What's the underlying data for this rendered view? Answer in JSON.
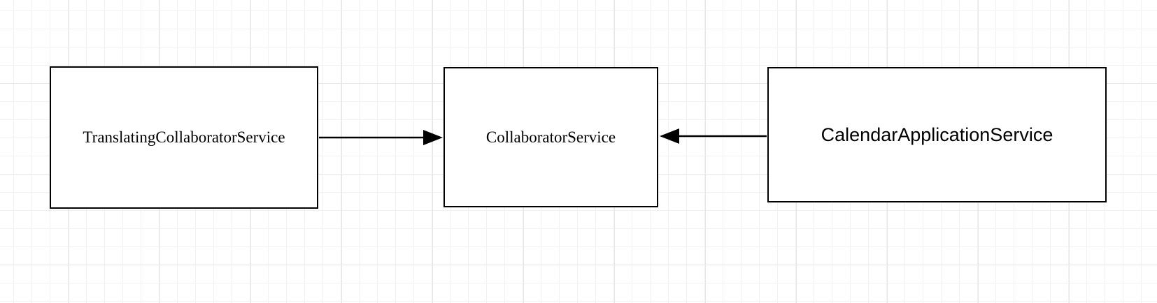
{
  "canvas": {
    "background_color": "#ffffff",
    "grid_minor_color": "#f2f2f2",
    "grid_major_color": "#e6e6e6"
  },
  "colors": {
    "node_fill": "#ffffff",
    "node_border": "#000000",
    "edge_stroke": "#000000",
    "text": "#000000"
  },
  "nodes": {
    "translating_collaborator_service": {
      "label": "TranslatingCollaboratorService"
    },
    "collaborator_service": {
      "label": "CollaboratorService"
    },
    "calendar_application_service": {
      "label": "CalendarApplicationService"
    }
  },
  "edges": [
    {
      "from": "TranslatingCollaboratorService",
      "to": "CollaboratorService",
      "arrow_direction": "right"
    },
    {
      "from": "CalendarApplicationService",
      "to": "CollaboratorService",
      "arrow_direction": "left"
    }
  ]
}
